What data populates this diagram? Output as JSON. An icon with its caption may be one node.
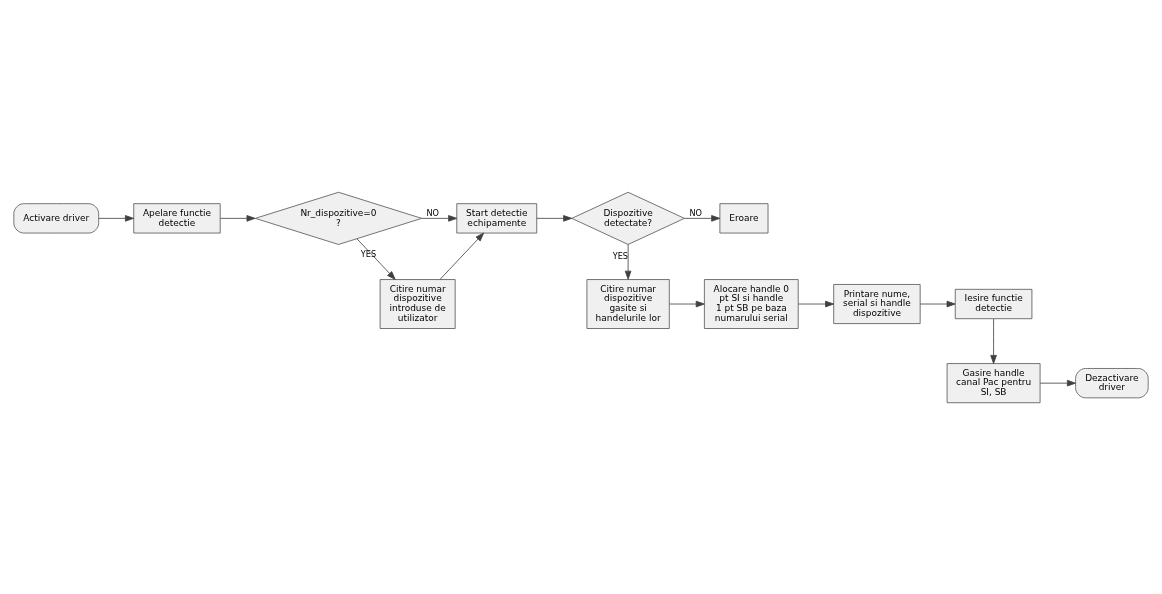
{
  "diagram": {
    "nodes": [
      {
        "text": [
          "Activare driver"
        ]
      },
      {
        "text": [
          "Apelare functie detectie"
        ]
      },
      {
        "text": [
          "Nr_dispozitive=0?"
        ]
      },
      {
        "text": [
          "Citire numar dispozitive introduse de utilizator"
        ]
      },
      {
        "text": [
          "Start detectie echipamente"
        ]
      },
      {
        "text": [
          "Dispozitive detectate?"
        ]
      },
      {
        "text": [
          "Eroare"
        ]
      },
      {
        "text": [
          "Citire numar dispozitive gasite si handelurile lor"
        ]
      },
      {
        "text": [
          "Alocare handle 0 pt SI si handle 1 pt SB pe baza numarului serial"
        ]
      },
      {
        "text": [
          "Printare nume, serial si handle dispozitive"
        ]
      },
      {
        "text": [
          "Iesire functie detectie"
        ]
      },
      {
        "text": [
          "Gasire handle canal Pac pentru SI, SB"
        ]
      },
      {
        "text": [
          "Dezactivare driver"
        ]
      }
    ],
    "edges": [
      {
        "from": 0,
        "to": 1,
        "arrow": "to"
      },
      {
        "from": 1,
        "to": 2,
        "arrow": "to"
      },
      {
        "from": 2,
        "to": 3,
        "arrow": "to",
        "label": "YES"
      },
      {
        "from": 3,
        "to": 4,
        "arrow": "to"
      },
      {
        "from": 2,
        "to": 4,
        "arrow": "to",
        "label": "NO"
      },
      {
        "from": 4,
        "to": 5,
        "arrow": "to"
      },
      {
        "from": 5,
        "to": 6,
        "arrow": "to",
        "label": "NO"
      },
      {
        "from": 5,
        "to": 7,
        "arrow": "to",
        "label": "YES"
      },
      {
        "from": 7,
        "to": 8,
        "arrow": "to"
      },
      {
        "from": 8,
        "to": 9,
        "arrow": "to"
      },
      {
        "from": 9,
        "to": 10,
        "arrow": "to"
      },
      {
        "from": 10,
        "to": 11,
        "arrow": "to"
      },
      {
        "from": 11,
        "to": 12,
        "arrow": "to"
      }
    ]
  }
}
